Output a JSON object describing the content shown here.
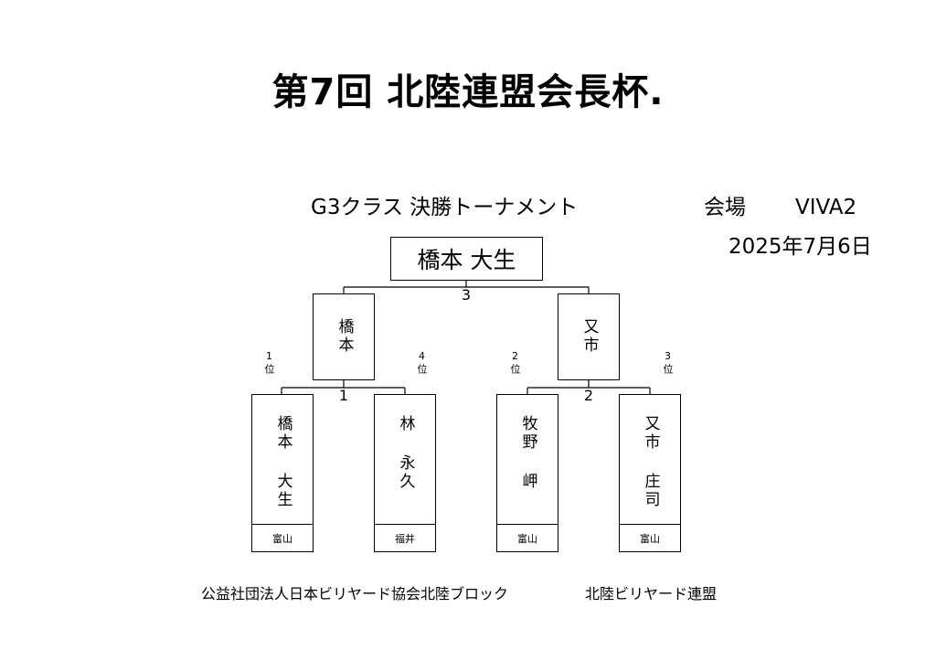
{
  "title": "第7回 北陸連盟会長杯.",
  "subtitle": "G3クラス 決勝トーナメント",
  "venue_label": "会場",
  "venue_name": "VIVA2",
  "date": "2025年7月6日",
  "champion": "橋本 大生",
  "final_score": "3",
  "semifinalists": [
    {
      "name": "橋本",
      "score": "1"
    },
    {
      "name": "又市",
      "score": "2"
    }
  ],
  "players": [
    {
      "rank": "1位",
      "name": "橋本 大生",
      "pref": "富山"
    },
    {
      "rank": "4位",
      "name": "林 永久",
      "pref": "福井"
    },
    {
      "rank": "2位",
      "name": "牧野 岬",
      "pref": "富山"
    },
    {
      "rank": "3位",
      "name": "又市 庄司",
      "pref": "富山"
    }
  ],
  "footer": {
    "organizer": "公益社団法人日本ビリヤード協会北陸ブロック",
    "federation": "北陸ビリヤード連盟"
  }
}
